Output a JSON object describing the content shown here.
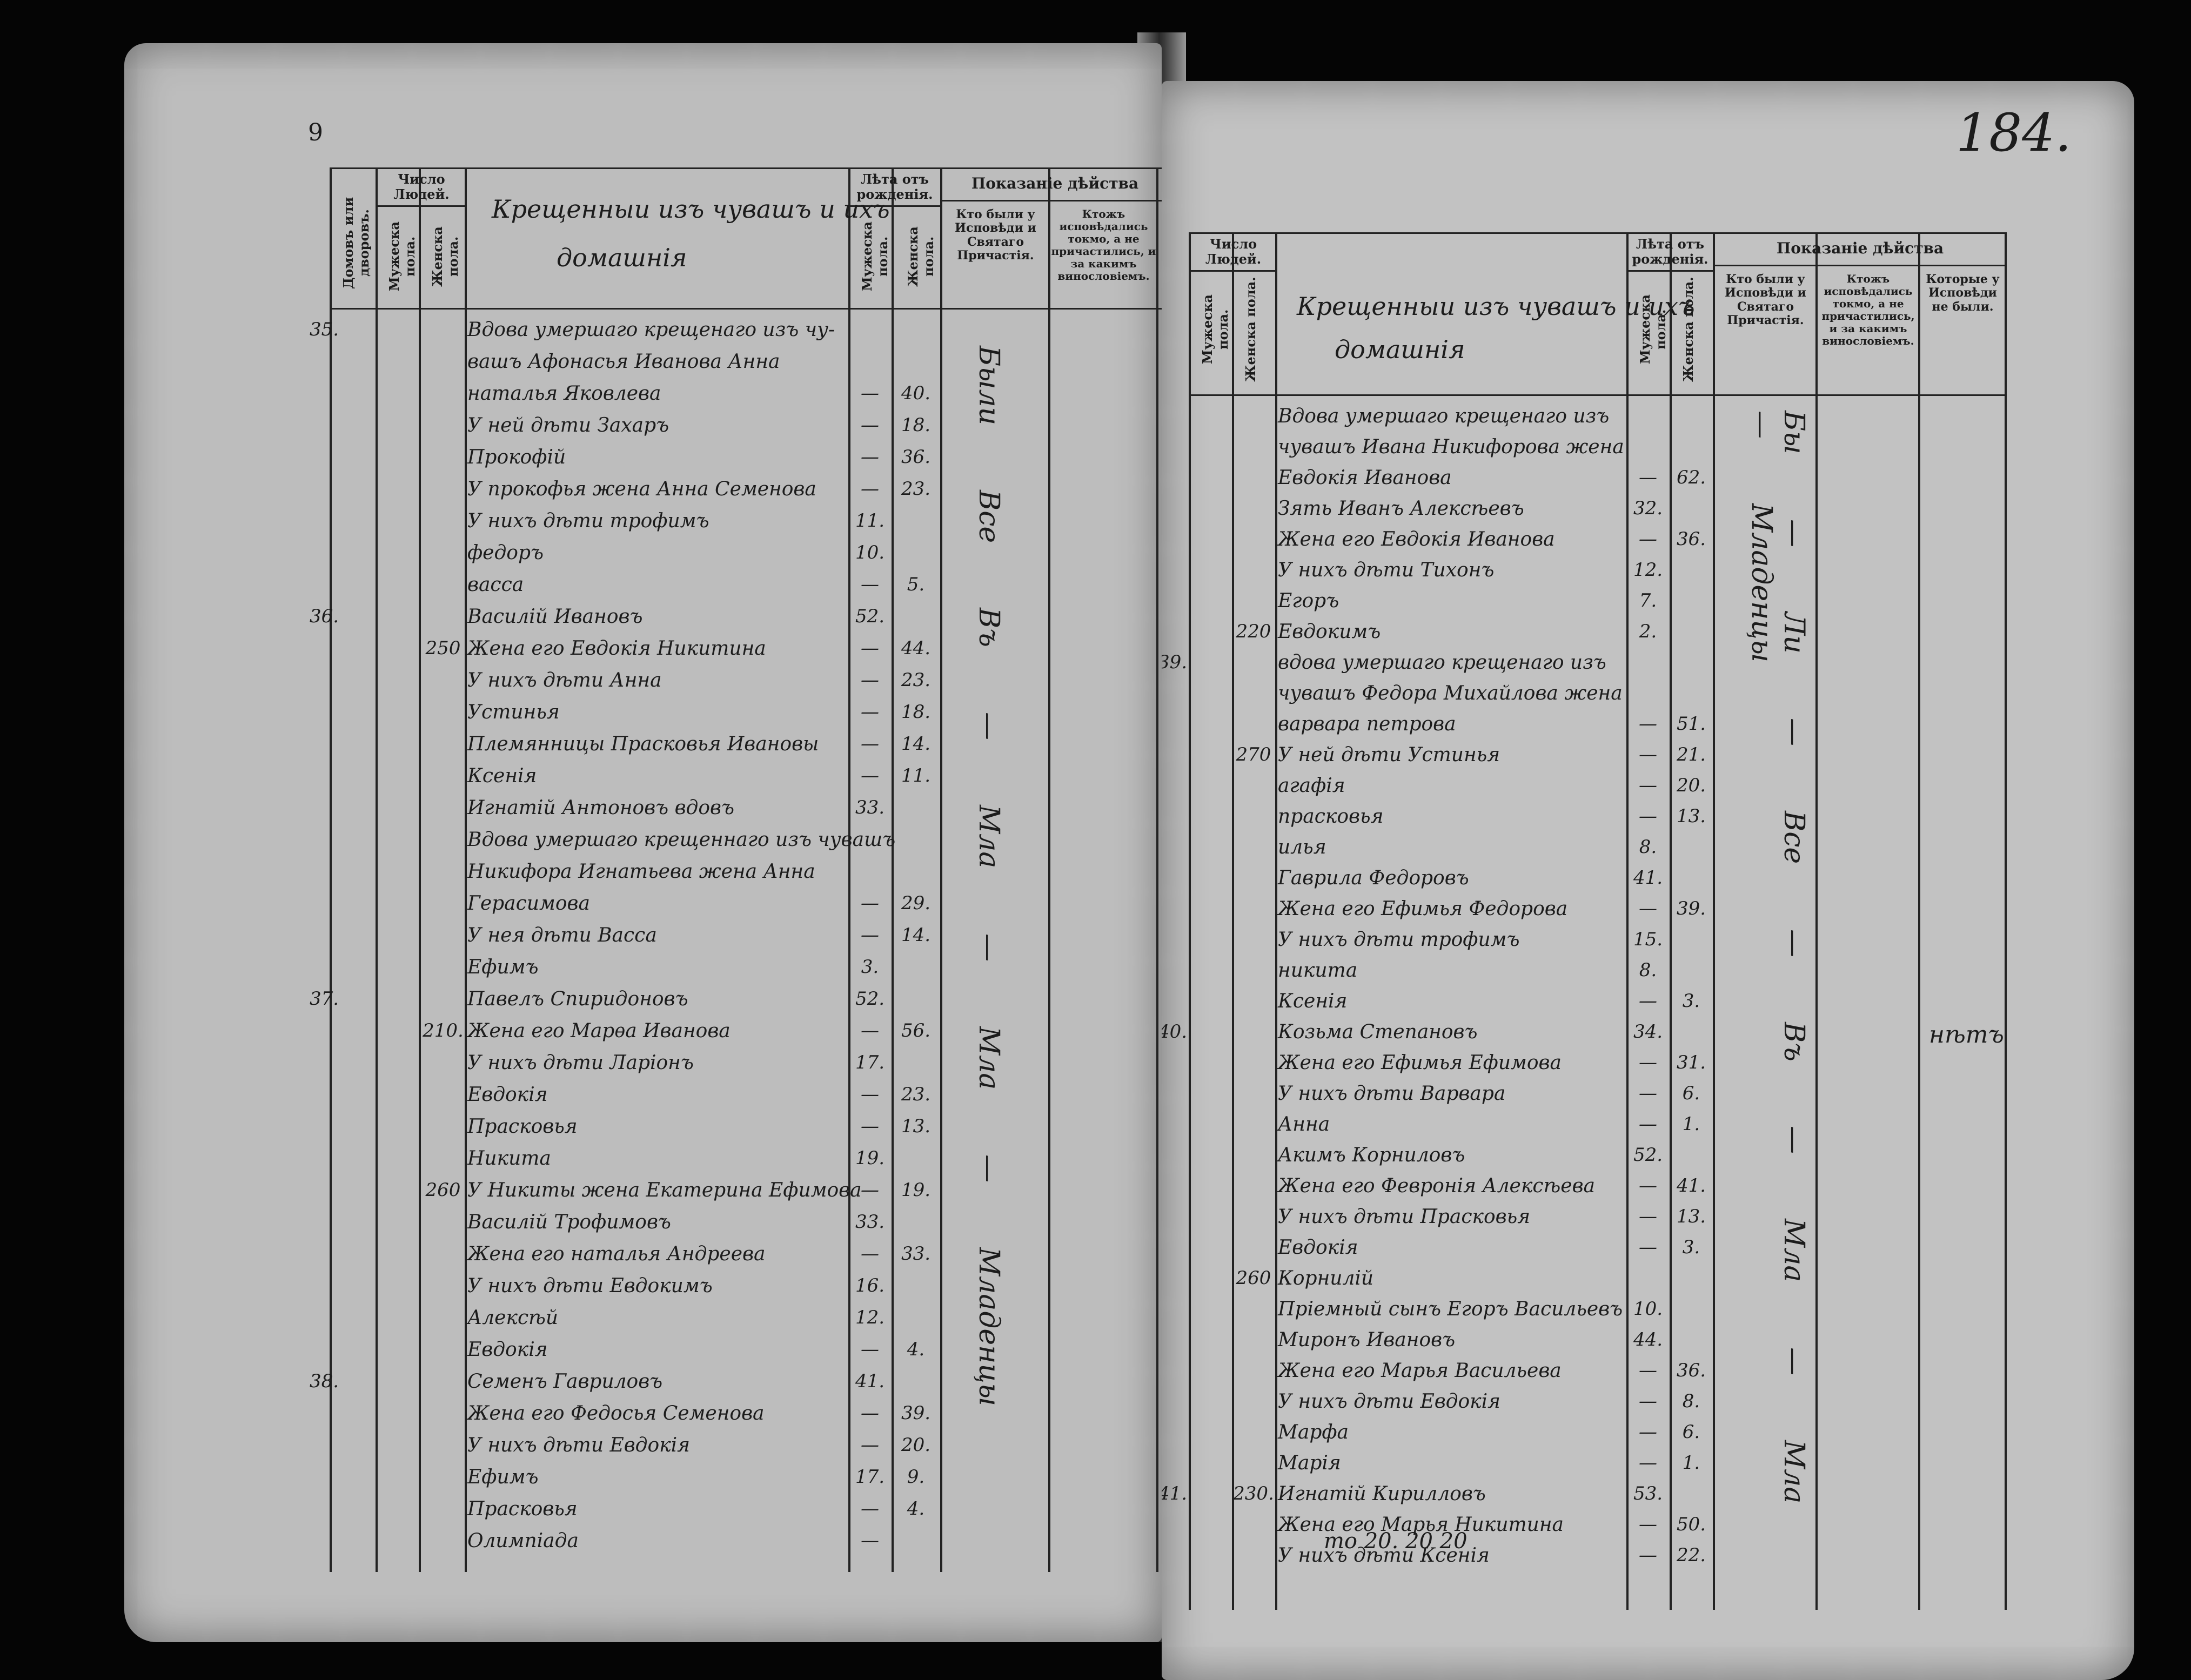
{
  "corner_mark": "9",
  "folio_number": "184.",
  "headers": {
    "left": {
      "domov": "Домовъ или дворовъ.",
      "chislo": "Число",
      "lyudey": "Людей.",
      "muzh": "Мужеска пола.",
      "zhen": "Женска пола.",
      "title_hand_1": "Крещенныи изъ чувашъ и ихъ",
      "title_hand_2": "домашнія",
      "leta": "Лѣта отъ рожденія.",
      "leta_m": "Мужеска пола.",
      "leta_z": "Женска пола.",
      "pokazanie": "Показаніе дѣйства",
      "kto_byli": "Кто были у Исповѣди и Святаго Причастія.",
      "ktozh": "Ктожъ исповѣдались токмо, а не причастились, и за какимъ винословіемъ."
    },
    "right": {
      "chislo": "Число",
      "lyudey": "Людей.",
      "muzh": "Мужеска пола.",
      "zhen": "Женска пола.",
      "title_hand_1": "Крещенныи изъ чувашъ и ихъ",
      "title_hand_2": "домашнія",
      "leta": "Лѣта отъ рожденія.",
      "leta_m": "Мужеска пола.",
      "leta_z": "Женска пола.",
      "pokazanie": "Показаніе дѣйства",
      "kto_byli": "Кто были у Исповѣди и Святаго Причастія.",
      "ktozh": "Ктожъ исповѣдались токмо, а не причастились, и за какимъ винословіемъ.",
      "kotorye": "Которые у Исповѣди не были."
    }
  },
  "left_rows": [
    {
      "dom": "35.",
      "lyudi": "",
      "text": "Вдова умершаго крещенаго изъ чу-",
      "m": "",
      "z": ""
    },
    {
      "dom": "",
      "lyudi": "",
      "text": "вашъ Афонасья Иванова Анна",
      "m": "",
      "z": ""
    },
    {
      "dom": "",
      "lyudi": "",
      "text": "наталья Яковлева",
      "m": "—",
      "z": "40."
    },
    {
      "dom": "",
      "lyudi": "",
      "text": "У ней дѣти Захаръ",
      "m": "—",
      "z": "18."
    },
    {
      "dom": "",
      "lyudi": "",
      "text": "Прокофій",
      "m": "—",
      "z": "36."
    },
    {
      "dom": "",
      "lyudi": "",
      "text": "У прокофья жена Анна Семенова",
      "m": "—",
      "z": "23."
    },
    {
      "dom": "",
      "lyudi": "",
      "text": "У нихъ дѣти трофимъ",
      "m": "11.",
      "z": ""
    },
    {
      "dom": "",
      "lyudi": "",
      "text": "федоръ",
      "m": "10.",
      "z": ""
    },
    {
      "dom": "",
      "lyudi": "",
      "text": "васса",
      "m": "—",
      "z": "5."
    },
    {
      "dom": "36.",
      "lyudi": "",
      "text": "Василій Ивановъ",
      "m": "52.",
      "z": ""
    },
    {
      "dom": "",
      "lyudi": "250",
      "text": "Жена его Евдокія Никитина",
      "m": "—",
      "z": "44."
    },
    {
      "dom": "",
      "lyudi": "",
      "text": "У нихъ дѣти Анна",
      "m": "—",
      "z": "23."
    },
    {
      "dom": "",
      "lyudi": "",
      "text": "Устинья",
      "m": "—",
      "z": "18."
    },
    {
      "dom": "",
      "lyudi": "",
      "text": "Племянницы Прасковья Ивановы",
      "m": "—",
      "z": "14."
    },
    {
      "dom": "",
      "lyudi": "",
      "text": "Ксенія",
      "m": "—",
      "z": "11."
    },
    {
      "dom": "",
      "lyudi": "",
      "text": "Игнатій Антоновъ вдовъ",
      "m": "33.",
      "z": ""
    },
    {
      "dom": "",
      "lyudi": "",
      "text": "Вдова умершаго крещеннаго изъ чувашъ",
      "m": "",
      "z": ""
    },
    {
      "dom": "",
      "lyudi": "",
      "text": "Никифора Игнатьева жена Анна",
      "m": "",
      "z": ""
    },
    {
      "dom": "",
      "lyudi": "",
      "text": "Герасимова",
      "m": "—",
      "z": "29."
    },
    {
      "dom": "",
      "lyudi": "",
      "text": "У нея дѣти Васса",
      "m": "—",
      "z": "14."
    },
    {
      "dom": "",
      "lyudi": "",
      "text": "Ефимъ",
      "m": "3.",
      "z": ""
    },
    {
      "dom": "37.",
      "lyudi": "",
      "text": "Павелъ Спиридоновъ",
      "m": "52.",
      "z": ""
    },
    {
      "dom": "",
      "lyudi": "210.",
      "text": "Жена его Марѳа Иванова",
      "m": "—",
      "z": "56."
    },
    {
      "dom": "",
      "lyudi": "",
      "text": "У нихъ дѣти Ларіонъ",
      "m": "17.",
      "z": ""
    },
    {
      "dom": "",
      "lyudi": "",
      "text": "Евдокія",
      "m": "—",
      "z": "23."
    },
    {
      "dom": "",
      "lyudi": "",
      "text": "Прасковья",
      "m": "—",
      "z": "13."
    },
    {
      "dom": "",
      "lyudi": "",
      "text": "Никита",
      "m": "19.",
      "z": ""
    },
    {
      "dom": "",
      "lyudi": "260",
      "text": "У Никиты жена Екатерина Ефимова",
      "m": "—",
      "z": "19."
    },
    {
      "dom": "",
      "lyudi": "",
      "text": "Василій Трофимовъ",
      "m": "33.",
      "z": ""
    },
    {
      "dom": "",
      "lyudi": "",
      "text": "Жена его наталья Андреева",
      "m": "—",
      "z": "33."
    },
    {
      "dom": "",
      "lyudi": "",
      "text": "У нихъ дѣти Евдокимъ",
      "m": "16.",
      "z": ""
    },
    {
      "dom": "",
      "lyudi": "",
      "text": "Алексѣй",
      "m": "12.",
      "z": ""
    },
    {
      "dom": "",
      "lyudi": "",
      "text": "Евдокія",
      "m": "—",
      "z": "4."
    },
    {
      "dom": "38.",
      "lyudi": "",
      "text": "Семенъ Гавриловъ",
      "m": "41.",
      "z": ""
    },
    {
      "dom": "",
      "lyudi": "",
      "text": "Жена его Федосья Семенова",
      "m": "—",
      "z": "39."
    },
    {
      "dom": "",
      "lyudi": "",
      "text": "У нихъ дѣти Евдокія",
      "m": "—",
      "z": "20."
    },
    {
      "dom": "",
      "lyudi": "",
      "text": "Ефимъ",
      "m": "17.",
      "z": "9."
    },
    {
      "dom": "",
      "lyudi": "",
      "text": "Прасковья",
      "m": "—",
      "z": "4."
    },
    {
      "dom": "",
      "lyudi": "",
      "text": "Олимпіада",
      "m": "—",
      "z": ""
    }
  ],
  "right_rows": [
    {
      "dom": "",
      "lyudi": "",
      "text": "Вдова умершаго крещенаго изъ",
      "m": "",
      "z": ""
    },
    {
      "dom": "",
      "lyudi": "",
      "text": "чувашъ Ивана Никифорова жена",
      "m": "",
      "z": ""
    },
    {
      "dom": "",
      "lyudi": "",
      "text": "Евдокія Иванова",
      "m": "—",
      "z": "62."
    },
    {
      "dom": "",
      "lyudi": "",
      "text": "Зять Иванъ Алексѣевъ",
      "m": "32.",
      "z": ""
    },
    {
      "dom": "",
      "lyudi": "",
      "text": "Жена его Евдокія Иванова",
      "m": "—",
      "z": "36."
    },
    {
      "dom": "",
      "lyudi": "",
      "text": "У нихъ дѣти Тихонъ",
      "m": "12.",
      "z": ""
    },
    {
      "dom": "",
      "lyudi": "",
      "text": "Егоръ",
      "m": "7.",
      "z": ""
    },
    {
      "dom": "",
      "lyudi": "220",
      "text": "Евдокимъ",
      "m": "2.",
      "z": ""
    },
    {
      "dom": "39.",
      "lyudi": "",
      "text": "вдова умершаго крещенаго изъ",
      "m": "",
      "z": ""
    },
    {
      "dom": "",
      "lyudi": "",
      "text": "чувашъ Федора Михайлова жена",
      "m": "",
      "z": ""
    },
    {
      "dom": "",
      "lyudi": "",
      "text": "варвара петрова",
      "m": "—",
      "z": "51."
    },
    {
      "dom": "",
      "lyudi": "270",
      "text": "У ней дѣти Устинья",
      "m": "—",
      "z": "21."
    },
    {
      "dom": "",
      "lyudi": "",
      "text": "агафія",
      "m": "—",
      "z": "20."
    },
    {
      "dom": "",
      "lyudi": "",
      "text": "прасковья",
      "m": "—",
      "z": "13."
    },
    {
      "dom": "",
      "lyudi": "",
      "text": "илья",
      "m": "8.",
      "z": ""
    },
    {
      "dom": "",
      "lyudi": "",
      "text": "Гаврила Федоровъ",
      "m": "41.",
      "z": ""
    },
    {
      "dom": "",
      "lyudi": "",
      "text": "Жена его Ефимья Федорова",
      "m": "—",
      "z": "39."
    },
    {
      "dom": "",
      "lyudi": "",
      "text": "У нихъ дѣти трофимъ",
      "m": "15.",
      "z": ""
    },
    {
      "dom": "",
      "lyudi": "",
      "text": "никита",
      "m": "8.",
      "z": ""
    },
    {
      "dom": "",
      "lyudi": "",
      "text": "Ксенія",
      "m": "—",
      "z": "3."
    },
    {
      "dom": "40.",
      "lyudi": "",
      "text": "Козьма Степановъ",
      "m": "34.",
      "z": ""
    },
    {
      "dom": "",
      "lyudi": "",
      "text": "Жена его Ефимья Ефимова",
      "m": "—",
      "z": "31."
    },
    {
      "dom": "",
      "lyudi": "",
      "text": "У нихъ дѣти Варвара",
      "m": "—",
      "z": "6."
    },
    {
      "dom": "",
      "lyudi": "",
      "text": "Анна",
      "m": "—",
      "z": "1."
    },
    {
      "dom": "",
      "lyudi": "",
      "text": "Акимъ Корниловъ",
      "m": "52.",
      "z": ""
    },
    {
      "dom": "",
      "lyudi": "",
      "text": "Жена его Февронія Алексѣева",
      "m": "—",
      "z": "41."
    },
    {
      "dom": "",
      "lyudi": "",
      "text": "У нихъ дѣти Прасковья",
      "m": "—",
      "z": "13."
    },
    {
      "dom": "",
      "lyudi": "",
      "text": "Евдокія",
      "m": "—",
      "z": "3."
    },
    {
      "dom": "",
      "lyudi": "260",
      "text": "Корнилій",
      "m": "",
      "z": ""
    },
    {
      "dom": "",
      "lyudi": "",
      "text": "Пріемный сынъ Егоръ Васильевъ",
      "m": "10.",
      "z": ""
    },
    {
      "dom": "",
      "lyudi": "",
      "text": "Миронъ Ивановъ",
      "m": "44.",
      "z": ""
    },
    {
      "dom": "",
      "lyudi": "",
      "text": "Жена его Марья Васильева",
      "m": "—",
      "z": "36."
    },
    {
      "dom": "",
      "lyudi": "",
      "text": "У нихъ дѣти Евдокія",
      "m": "—",
      "z": "8."
    },
    {
      "dom": "",
      "lyudi": "",
      "text": "Марфа",
      "m": "—",
      "z": "6."
    },
    {
      "dom": "",
      "lyudi": "",
      "text": "Марія",
      "m": "—",
      "z": "1."
    },
    {
      "dom": "41.",
      "lyudi": "230.",
      "text": "Игнатій Кирилловъ",
      "m": "53.",
      "z": ""
    },
    {
      "dom": "",
      "lyudi": "",
      "text": "Жена его Марья Никитина",
      "m": "—",
      "z": "50."
    },
    {
      "dom": "",
      "lyudi": "",
      "text": "У нихъ дѣти Ксенія",
      "m": "—",
      "z": "22."
    }
  ],
  "left_remarks": [
    "Были",
    "Все",
    "Въ",
    "—",
    "Мла",
    "—",
    "Мла",
    "—",
    "Младенцы"
  ],
  "right_remarks": [
    "Бы",
    "—",
    "Ли",
    "—",
    "Все",
    "—",
    "Въ",
    "—",
    "Мла",
    "—",
    "Мла",
    "—",
    "Младенцы"
  ],
  "right_absent_mark": "нѣтъ",
  "page_footer": "то 20. 20 20"
}
